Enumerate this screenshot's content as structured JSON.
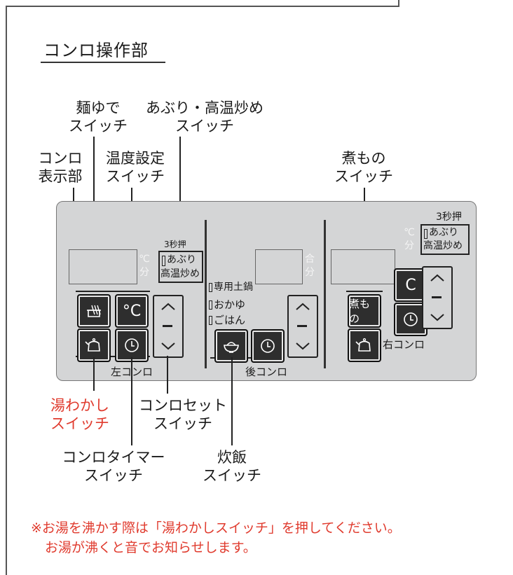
{
  "section_title": "コンロ操作部",
  "callouts": {
    "boil_noodles": "麺ゆで\nスイッチ",
    "aburi_top": "あぶり・高温炒め\nスイッチ",
    "display": "コンロ\n表示部",
    "temp_set": "温度設定\nスイッチ",
    "nimono": "煮もの\nスイッチ",
    "kettle": "湯わかし\nスイッチ",
    "stove_set": "コンロセット\nスイッチ",
    "timer": "コンロタイマー\nスイッチ",
    "rice": "炊飯\nスイッチ"
  },
  "panel": {
    "left_name": "左コンロ",
    "rear_name": "後コンロ",
    "right_name": "右コンロ",
    "unit_c": "℃",
    "unit_min": "分",
    "unit_go": "合",
    "hold_3sec": "3秒押",
    "hold_3sec_right": "3秒押",
    "aburi_btn_l1": "あぶり",
    "aburi_btn_l2": "高温炒め",
    "aburi_btn_r1": "あぶり",
    "aburi_btn_r2": "高温炒め",
    "menu_donabe": "専用土鍋",
    "menu_okayu": "おかゆ",
    "menu_gohan": "ごはん",
    "temp_symbol": "°C",
    "temp_symbol_r": "C",
    "nimono_label": "煮もの"
  },
  "note": {
    "line1": "※お湯を沸かす際は「湯わかしスイッチ」を押してください。",
    "line2": "お湯が沸くと音でお知らせします。"
  }
}
